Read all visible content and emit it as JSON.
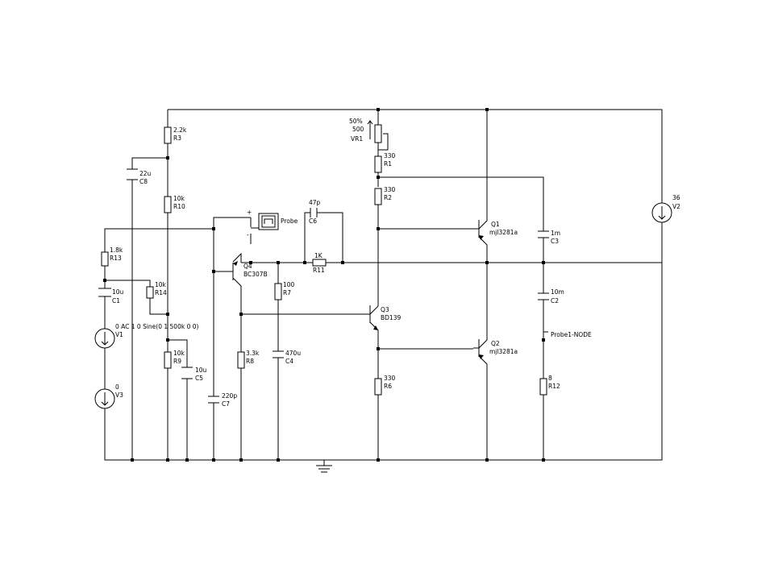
{
  "components": {
    "R1": {
      "ref": "R1",
      "value": "330"
    },
    "R2": {
      "ref": "R2",
      "value": "330"
    },
    "R3": {
      "ref": "R3",
      "value": "2.2k"
    },
    "R6": {
      "ref": "R6",
      "value": "330"
    },
    "R7": {
      "ref": "R7",
      "value": "100"
    },
    "R8": {
      "ref": "R8",
      "value": "3.3k"
    },
    "R9": {
      "ref": "R9",
      "value": "10k"
    },
    "R10": {
      "ref": "R10",
      "value": "10k"
    },
    "R11": {
      "ref": "R11",
      "value": "1K"
    },
    "R12": {
      "ref": "R12",
      "value": "8"
    },
    "R13": {
      "ref": "R13",
      "value": "1.8k"
    },
    "R14": {
      "ref": "R14",
      "value": "10k"
    },
    "C1": {
      "ref": "C1",
      "value": "10u"
    },
    "C2": {
      "ref": "C2",
      "value": "10m"
    },
    "C3": {
      "ref": "C3",
      "value": "1m"
    },
    "C4": {
      "ref": "C4",
      "value": "470u"
    },
    "C5": {
      "ref": "C5",
      "value": "10u"
    },
    "C6": {
      "ref": "C6",
      "value": "47p"
    },
    "C7": {
      "ref": "C7",
      "value": "220p"
    },
    "C8": {
      "ref": "C8",
      "value": "22u"
    },
    "Q1": {
      "ref": "Q1",
      "model": "mjl3281a"
    },
    "Q2": {
      "ref": "Q2",
      "model": "mjl3281a"
    },
    "Q3": {
      "ref": "Q3",
      "model": "BD139"
    },
    "Q4": {
      "ref": "Q4",
      "model": "BC307B"
    },
    "V1": {
      "ref": "V1",
      "value": "0 AC 1 0 Sine(0 1 500k 0 0)"
    },
    "V2": {
      "ref": "V2",
      "value": "36"
    },
    "V3": {
      "ref": "V3",
      "value": "0"
    },
    "VR1": {
      "ref": "VR1",
      "value": "500",
      "setting": "50%"
    }
  },
  "probe": {
    "label": "Probe",
    "plus": "+",
    "minus": "-"
  },
  "probe_node": {
    "label": "Probe1-NODE"
  }
}
